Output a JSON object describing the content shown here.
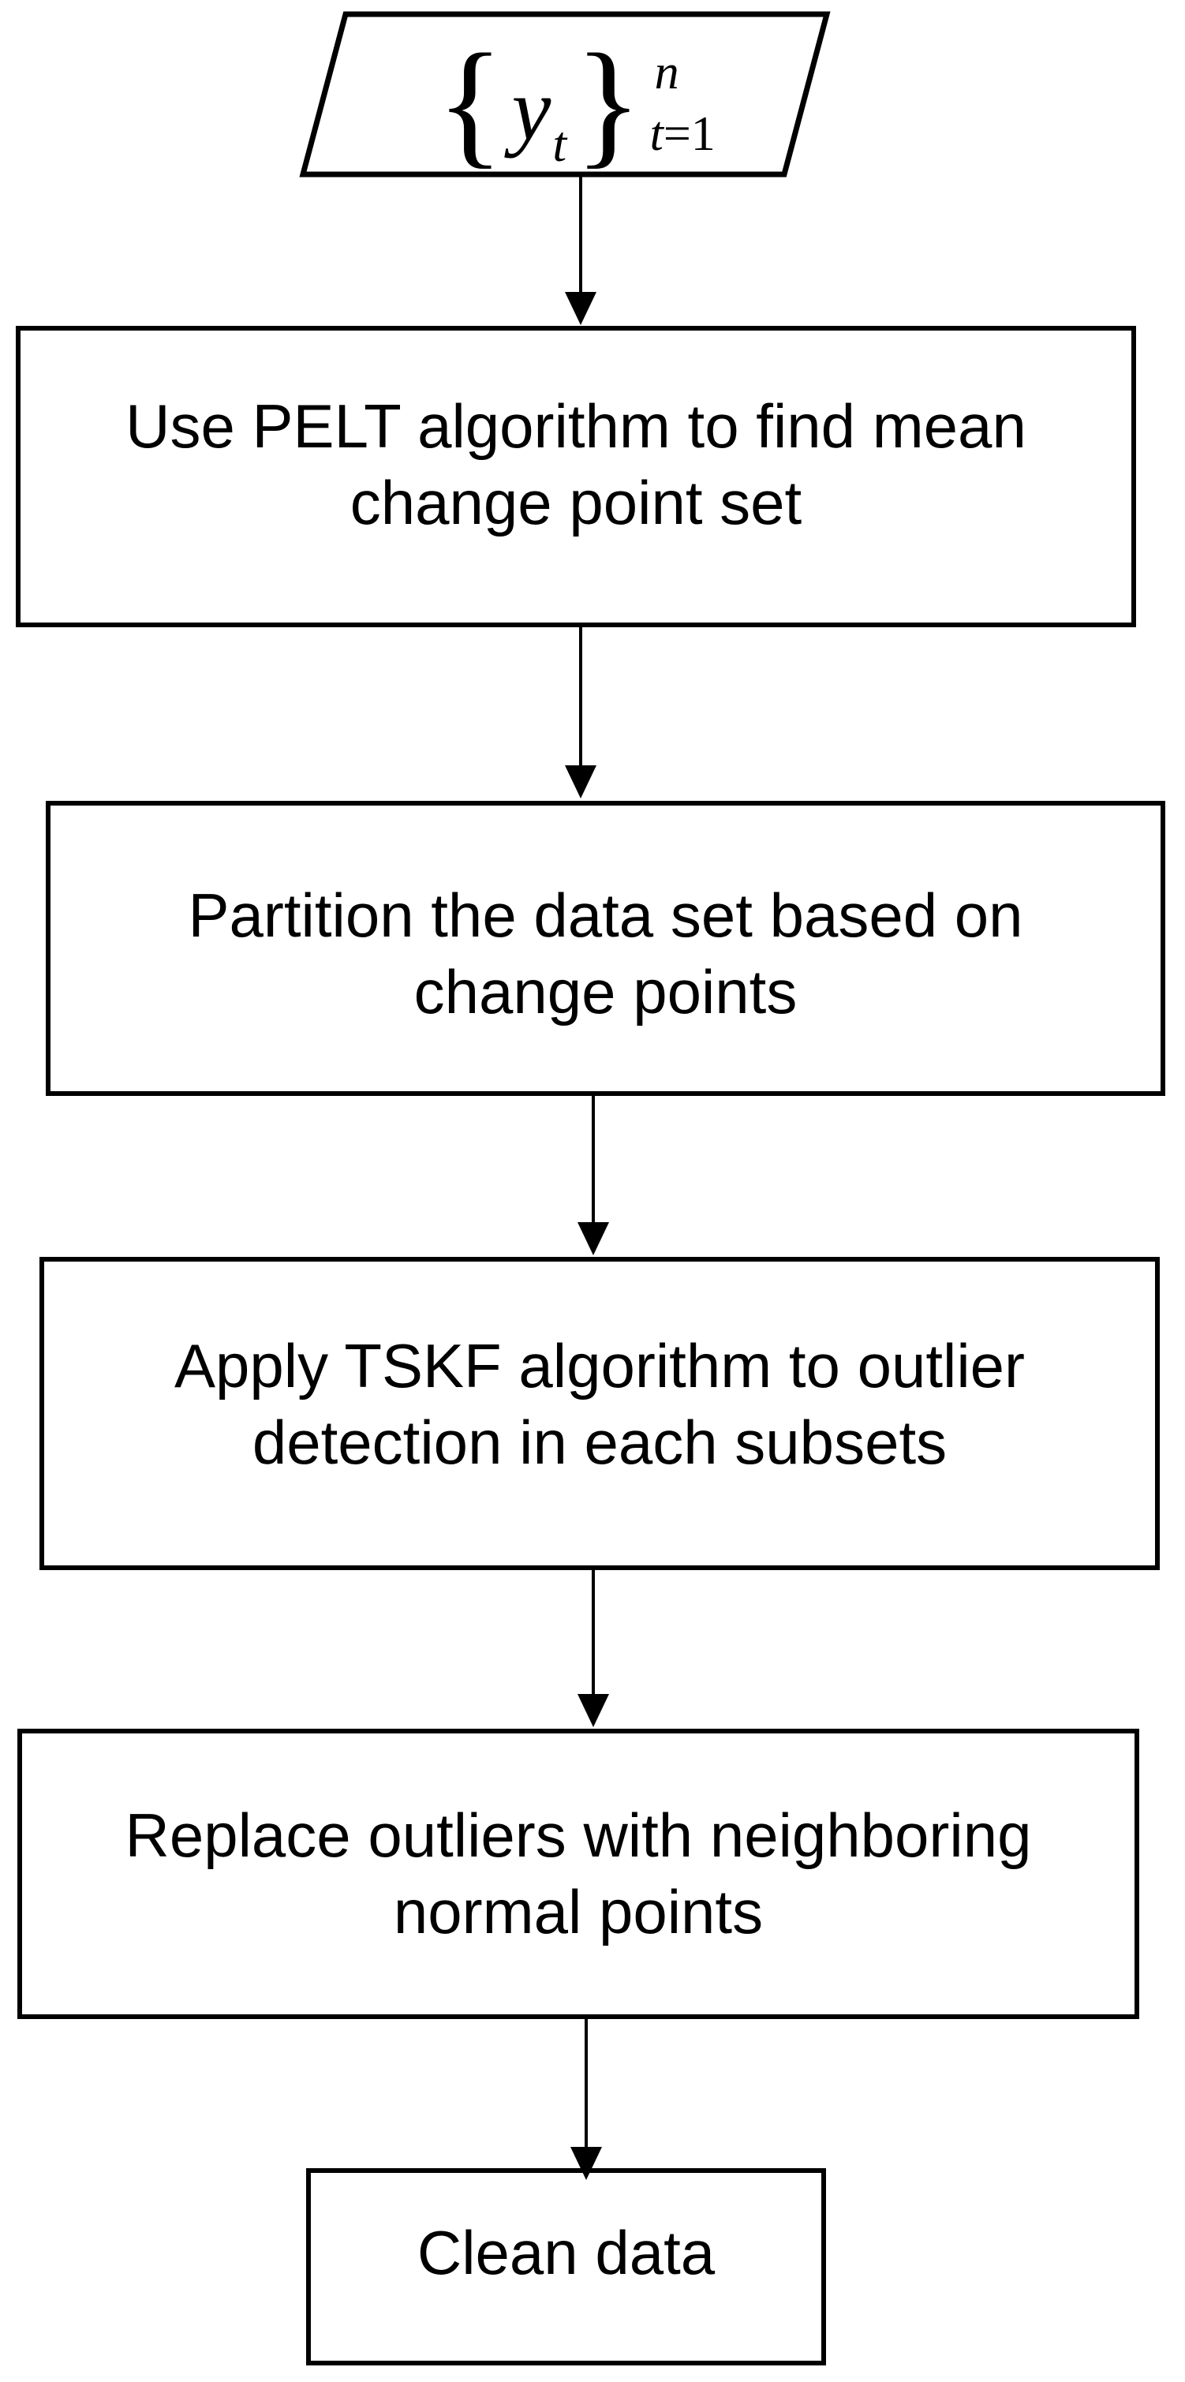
{
  "figure": {
    "type": "flowchart",
    "background_color": "#ffffff",
    "stroke_color": "#000000",
    "text_color": "#000000",
    "input_shape": {
      "shape": "parallelogram",
      "formula": {
        "open_brace": "{",
        "variable": "y",
        "variable_subscript": "t",
        "close_brace": "}",
        "upper_limit": "n",
        "lower_limit_variable": "t",
        "lower_limit_rest": "=1"
      }
    },
    "steps": [
      {
        "id": "pelt",
        "lines": [
          "Use PELT algorithm to find mean",
          "change point set"
        ]
      },
      {
        "id": "partition",
        "lines": [
          "Partition the data set based on",
          "change points"
        ]
      },
      {
        "id": "tskf",
        "lines": [
          "Apply TSKF algorithm to outlier",
          "detection in each subsets"
        ]
      },
      {
        "id": "replace-outliers",
        "lines": [
          "Replace outliers with neighboring",
          "normal points"
        ]
      },
      {
        "id": "clean-data",
        "lines": [
          "Clean data"
        ]
      }
    ]
  }
}
